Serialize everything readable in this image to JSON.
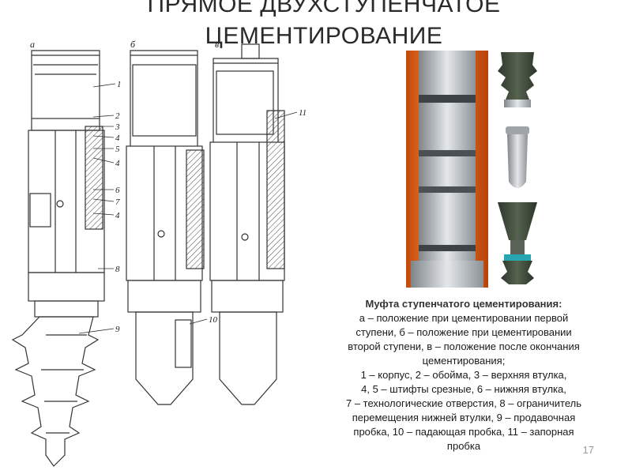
{
  "slide": {
    "title_line1": "ПРЯМОЕ ДВУХСТУПЕНЧАТОЕ",
    "title_line2": "ЦЕМЕНТИРОВАНИЕ",
    "page_number": "17"
  },
  "diagram": {
    "view_labels": [
      "а",
      "б",
      "в"
    ],
    "callouts": [
      "1",
      "2",
      "3",
      "4",
      "5",
      "4",
      "6",
      "7",
      "4",
      "8",
      "9",
      "10",
      "11"
    ]
  },
  "caption": {
    "heading": "Муфта ступенчатого цементирования:",
    "lines": [
      "а – положение при цементировании первой",
      "ступени, б – положение при цементировании",
      "второй ступени, в – положение после окончания",
      "цементирования;",
      "1 – корпус, 2 – обойма, 3 – верхняя втулка,",
      "4, 5 – штифты срезные, 6 – нижняя втулка,",
      "7 – технологические отверстия, 8 – ограничитель",
      "перемещения нижней втулки, 9 – продавочная",
      "пробка, 10 – падающая пробка, 11 – запорная",
      "пробка"
    ]
  },
  "colors": {
    "accent_orange": "#e86a1c",
    "steel": "#b7bcc0",
    "rubber": "#3e4a3c",
    "teal": "#2aa6b0"
  }
}
